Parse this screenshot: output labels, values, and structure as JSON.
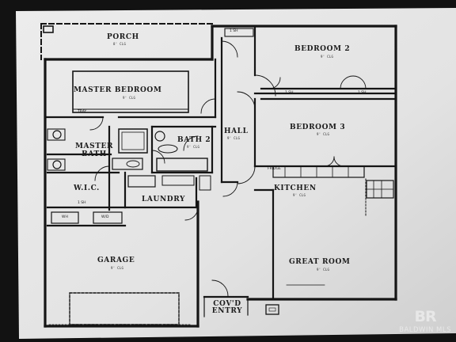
{
  "rooms": {
    "porch": {
      "name": "PORCH",
      "size": "8' CLG"
    },
    "master": {
      "name": "MASTER BEDROOM",
      "size": "9' CLG"
    },
    "bed2": {
      "name": "BEDROOM 2",
      "size": "9' CLG"
    },
    "bed3": {
      "name": "BEDROOM 3",
      "size": "9' CLG"
    },
    "hall": {
      "name": "HALL",
      "size": "9' CLG"
    },
    "mbath": {
      "name": "MASTER BATH"
    },
    "bath2": {
      "name": "BATH 2",
      "size": "9' CLG"
    },
    "wic": {
      "name": "W.I.C."
    },
    "laundry": {
      "name": "LAUNDRY"
    },
    "kitchen": {
      "name": "KITCHEN",
      "size": "9' CLG"
    },
    "garage": {
      "name": "GARAGE",
      "size": "9' CLG"
    },
    "great": {
      "name": "GREAT ROOM",
      "size": "9' CLG"
    },
    "entry": {
      "name": "COV'D ENTRY"
    }
  },
  "labels": {
    "fridge": "FRIDGE",
    "tray": "TRAY",
    "wh": "WH",
    "shelf": "1 SH",
    "wd": "W/D"
  },
  "watermark": {
    "logo": "BR",
    "text": "BALDWIN MLS"
  }
}
